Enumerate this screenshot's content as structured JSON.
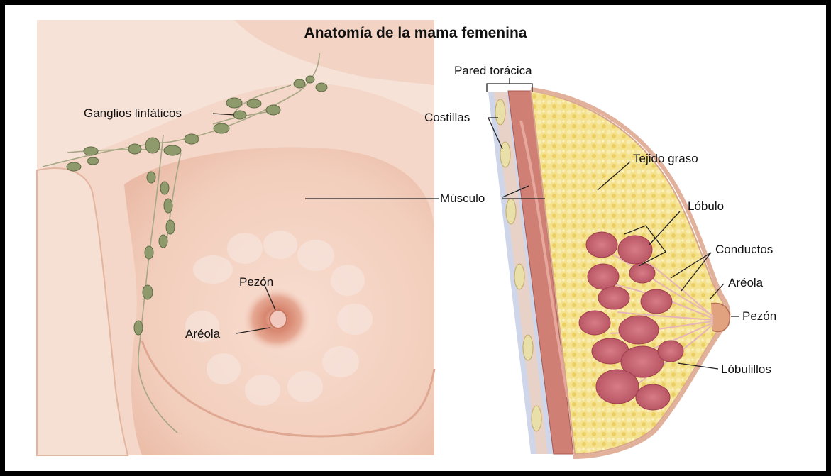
{
  "title": "Anatomía de la mama femenina",
  "labels": {
    "ganglios": "Ganglios linfáticos",
    "pezon_front": "Pezón",
    "areola_front": "Aréola",
    "pared": "Pared torácica",
    "costillas": "Costillas",
    "musculo": "Músculo",
    "tejido": "Tejido graso",
    "lobulo": "Lóbulo",
    "conductos": "Conductos",
    "areola_side": "Aréola",
    "pezon_side": "Pezón",
    "lobulillos": "Lóbulillos"
  },
  "colors": {
    "skin": "#f3d2c2",
    "skin_dark": "#e6b39d",
    "fat": "#f3df7e",
    "muscle": "#cf7f73",
    "lobule": "#c8606d",
    "lymph": "#8f9a6c",
    "frame": "#000000"
  }
}
